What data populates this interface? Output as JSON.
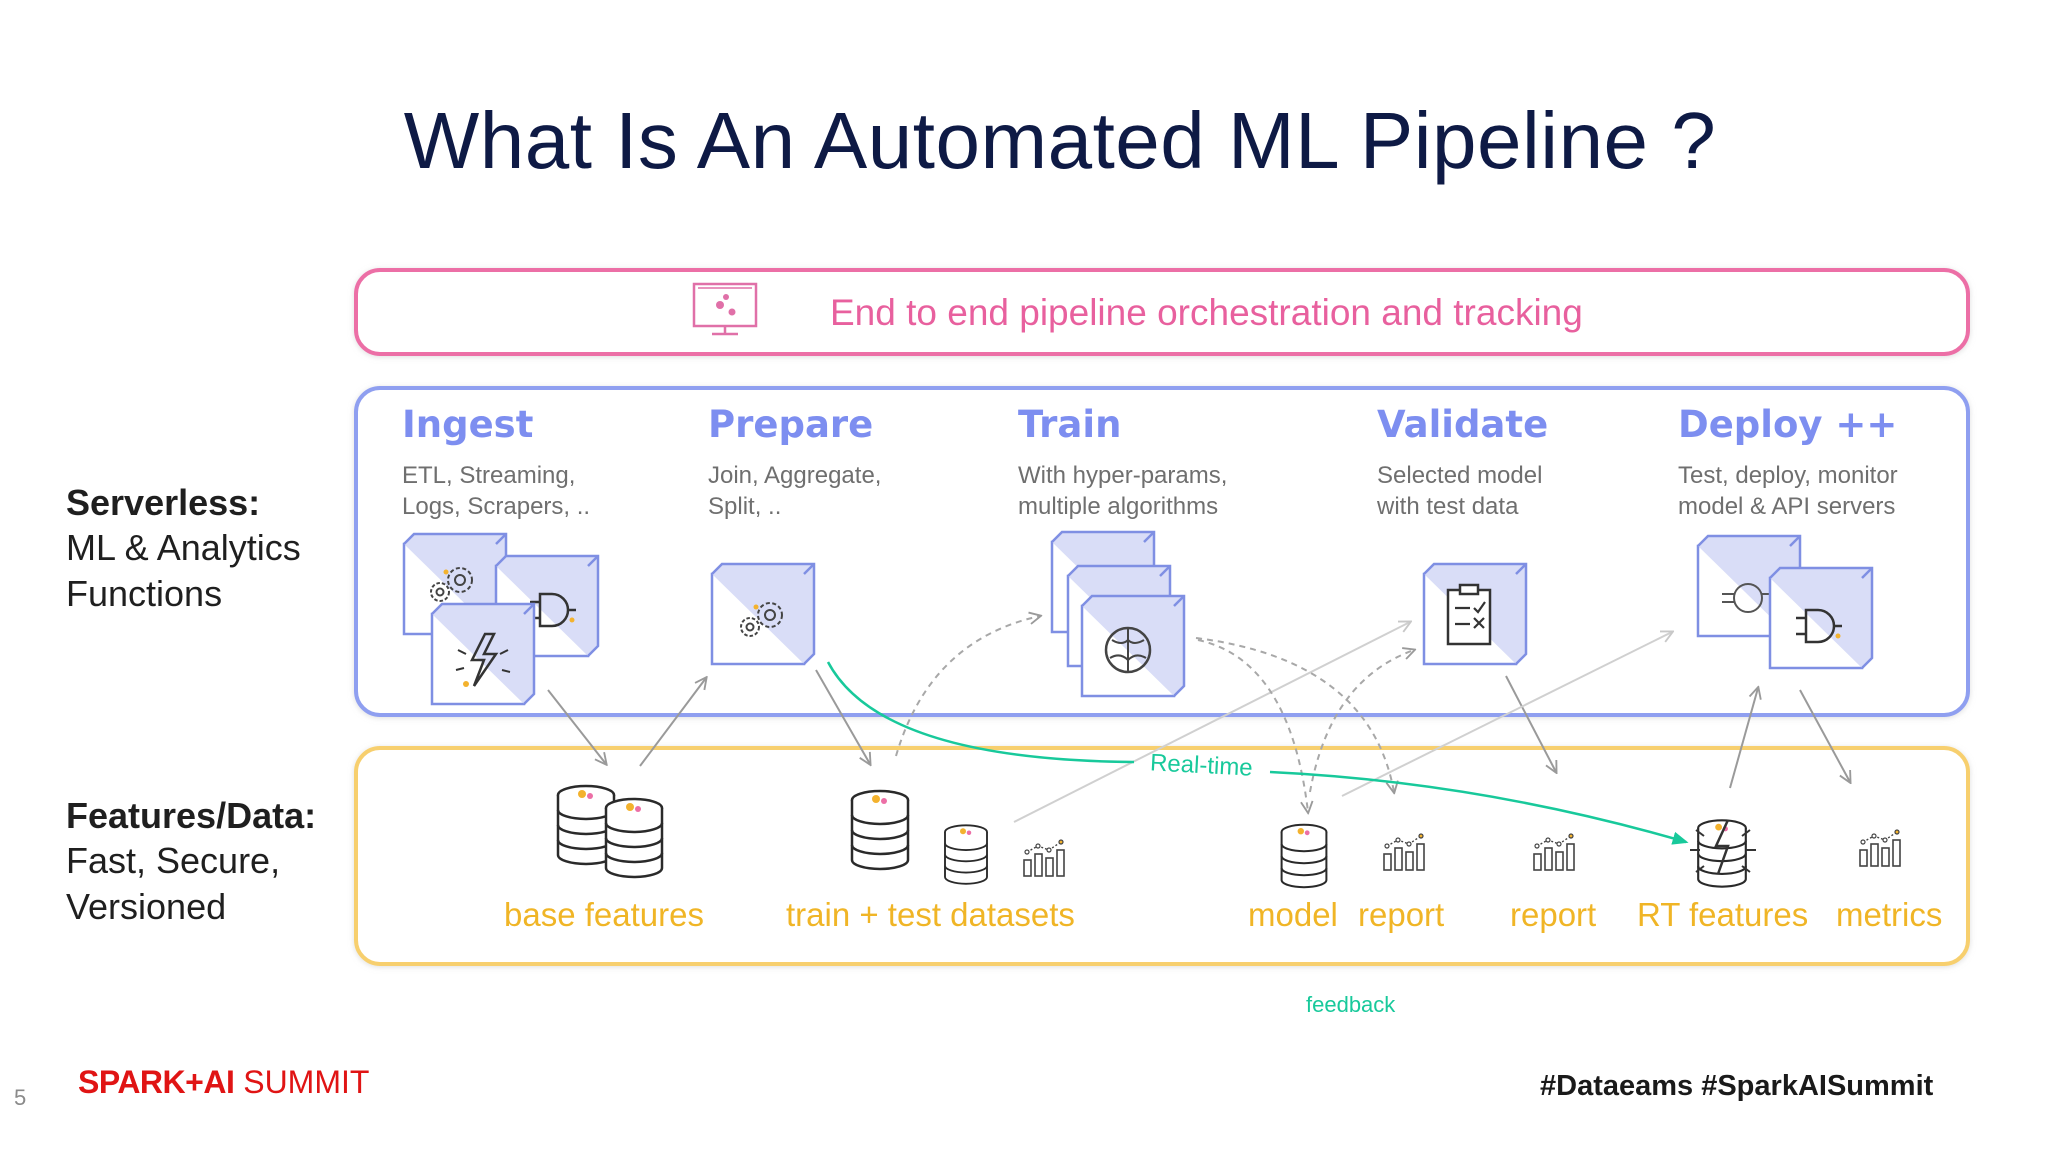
{
  "slide": {
    "title": "What Is An Automated ML Pipeline ?",
    "page_number": "5"
  },
  "orchestration": {
    "label": "End to end pipeline orchestration and tracking",
    "icon": "monitor-pipeline-icon"
  },
  "sidebar": {
    "serverless_title": "Serverless:",
    "serverless_lines": [
      "ML & Analytics",
      "Functions"
    ],
    "features_title": "Features/Data:",
    "features_lines": [
      "Fast, Secure,",
      "Versioned"
    ]
  },
  "stages": [
    {
      "title": "Ingest",
      "desc": [
        "ETL, Streaming,",
        "Logs, Scrapers, .."
      ]
    },
    {
      "title": "Prepare",
      "desc": [
        "Join, Aggregate,",
        "Split, .."
      ]
    },
    {
      "title": "Train",
      "desc": [
        "With hyper-params,",
        "multiple algorithms"
      ]
    },
    {
      "title": "Validate",
      "desc": [
        "Selected model",
        "with test data"
      ]
    },
    {
      "title": "Deploy ++",
      "desc": [
        "Test, deploy, monitor",
        "model & API servers"
      ]
    }
  ],
  "data_labels": {
    "base_features": "base features",
    "datasets": "train + test datasets",
    "model": "model",
    "report1": "report",
    "report2": "report",
    "rt_features": "RT features",
    "metrics": "metrics"
  },
  "flow_labels": {
    "realtime": "Real-time",
    "feedback": "feedback"
  },
  "footer": {
    "logo_bold": "SPARK+AI",
    "logo_regular": " SUMMIT",
    "hashtags": "#Dataeams  #SparkAISummit"
  },
  "colors": {
    "title": "#0e1a45",
    "orchestration": "#ec6fa6",
    "stage_accent": "#7d8ef0",
    "data_accent": "#f0b526",
    "realtime": "#18c99b",
    "brand_red": "#e01414"
  }
}
